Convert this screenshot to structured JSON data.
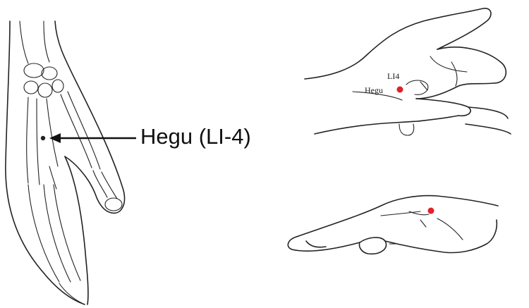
{
  "left_figure": {
    "label": "Hegu (LI-4)"
  },
  "top_right_figure": {
    "code_label": "LI4",
    "name_label": "Hegu"
  },
  "colors": {
    "point_marker": "#e0202a",
    "line_art": "#222222",
    "background": "#ffffff"
  }
}
